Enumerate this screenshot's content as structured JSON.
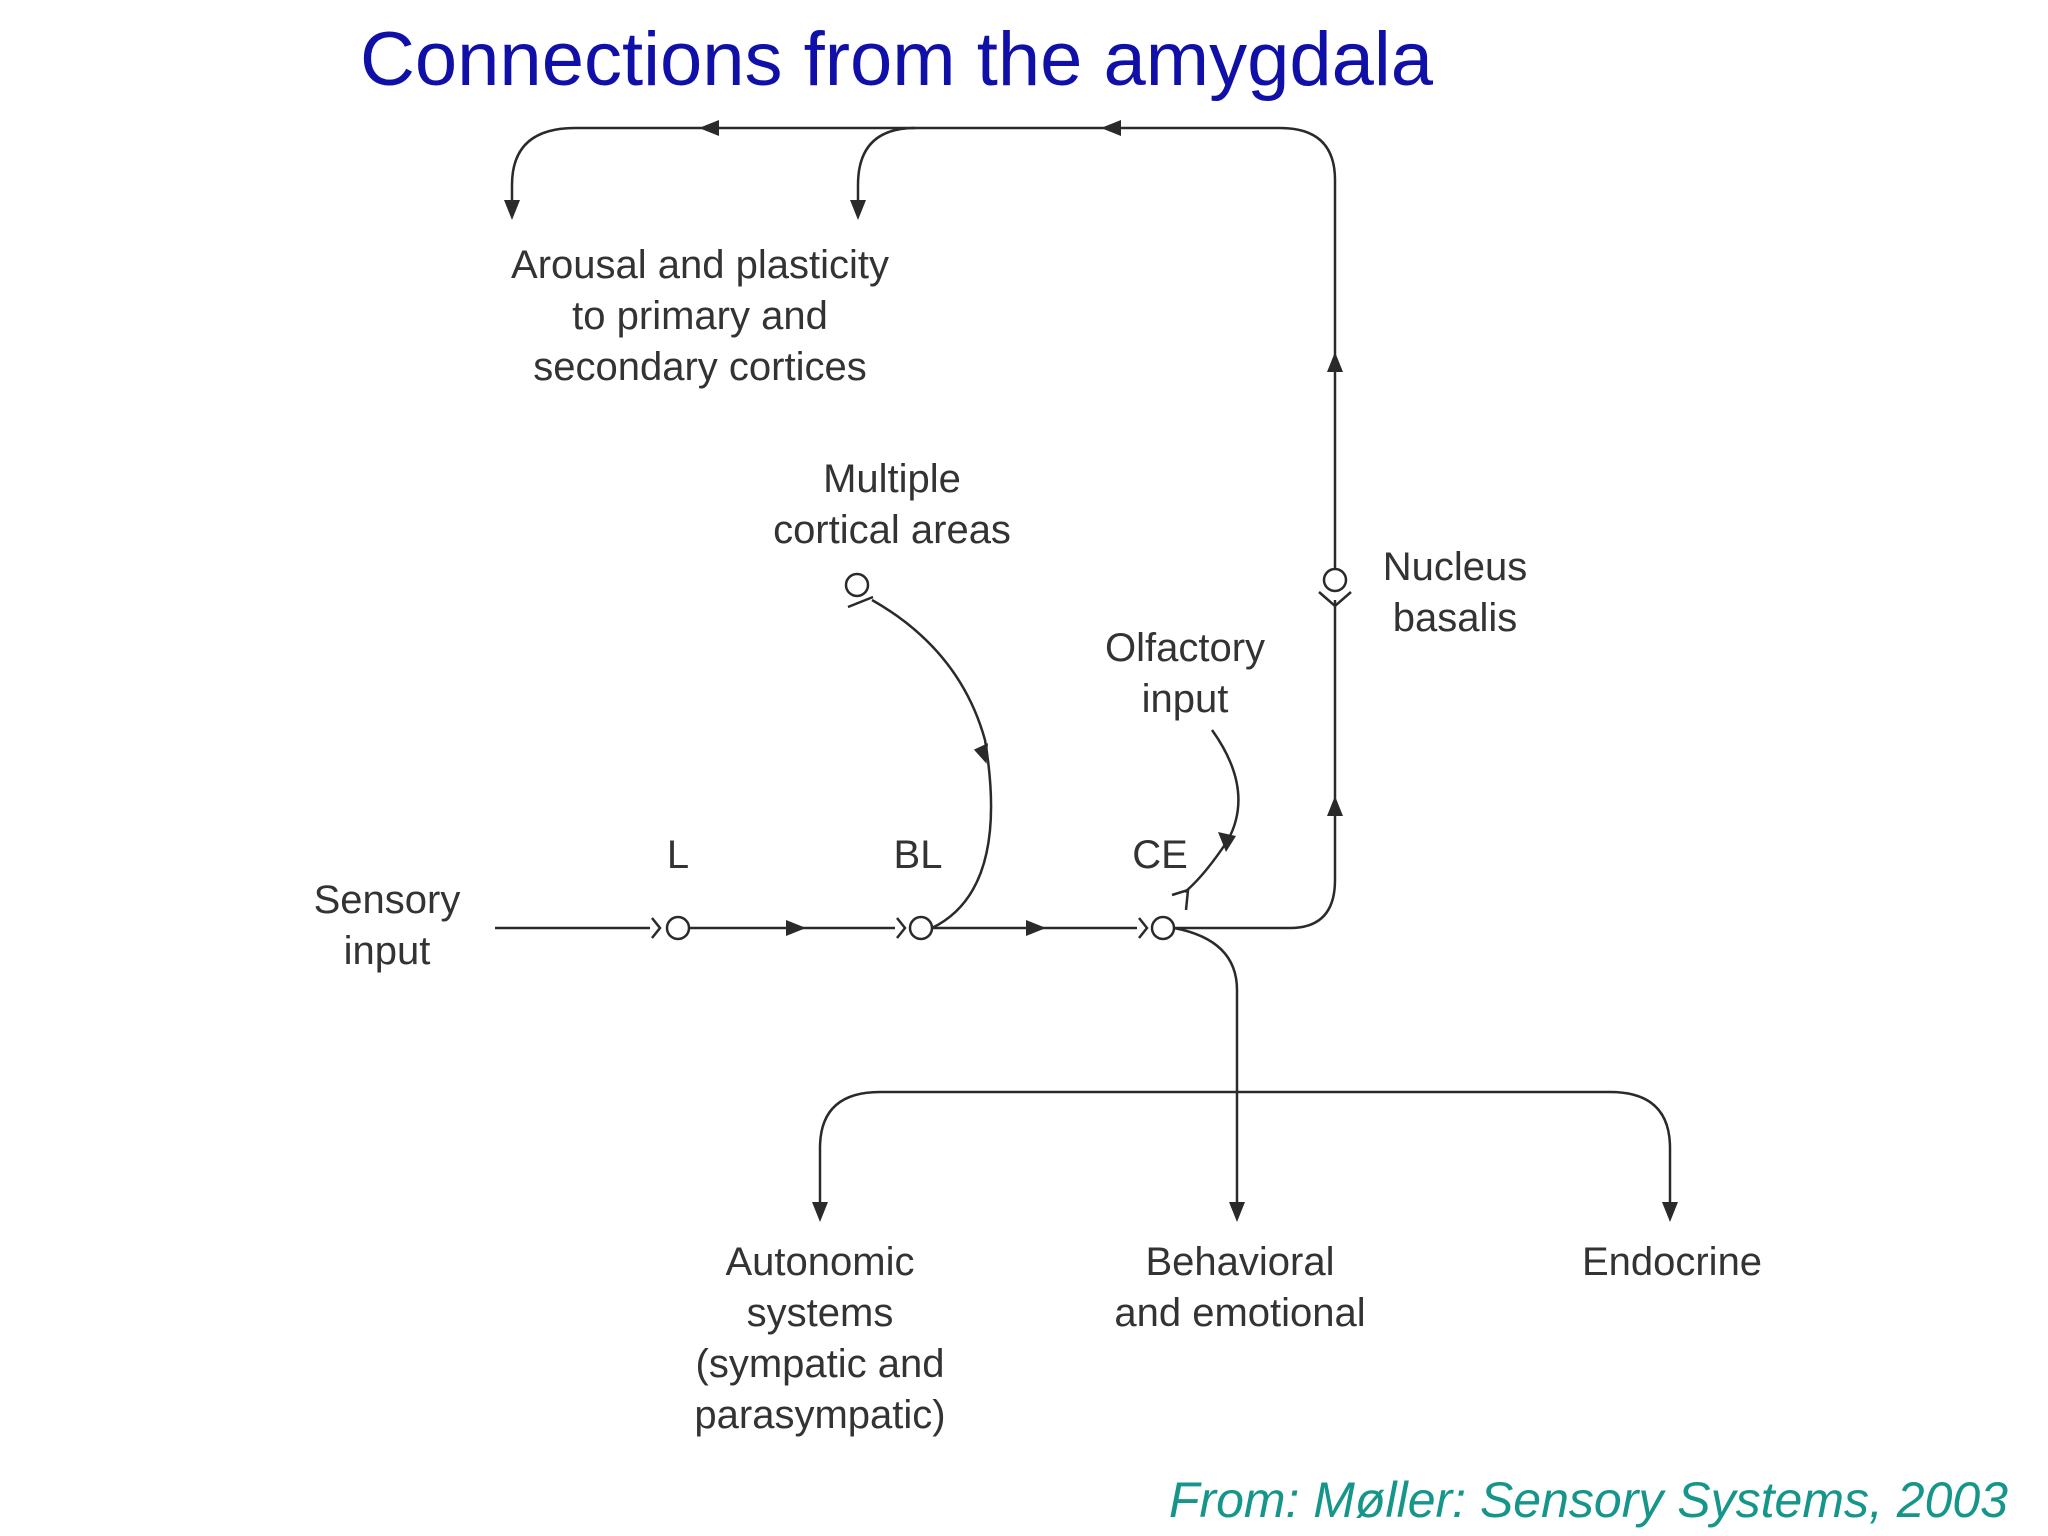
{
  "title": "Connections from the amygdala",
  "source": "From: Møller: Sensory Systems, 2003",
  "labels": {
    "arousal": [
      "Arousal and plasticity",
      "to primary and",
      "secondary cortices"
    ],
    "multiple": [
      "Multiple",
      "cortical areas"
    ],
    "nucleus": [
      "Nucleus",
      "basalis"
    ],
    "olfactory": [
      "Olfactory",
      "input"
    ],
    "sensory": [
      "Sensory",
      "input"
    ],
    "nuclei": {
      "l": "L",
      "bl": "BL",
      "ce": "CE"
    },
    "autonomic": [
      "Autonomic",
      "systems",
      "(sympatic and",
      "parasympatic)"
    ],
    "behavioral": [
      "Behavioral",
      "and emotional"
    ],
    "endocrine": [
      "Endocrine"
    ]
  }
}
